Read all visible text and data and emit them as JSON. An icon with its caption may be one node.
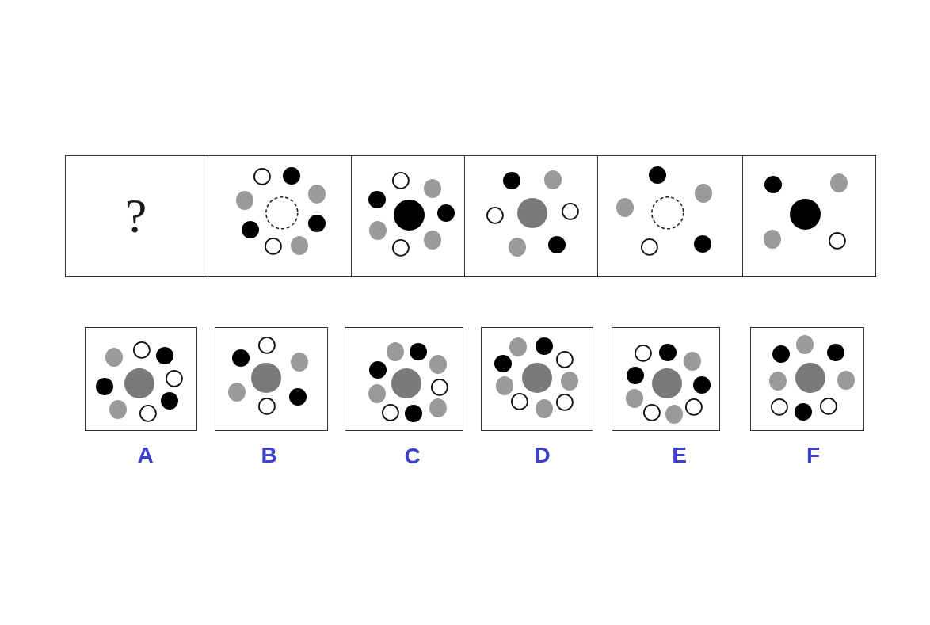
{
  "diagram": {
    "nodes": [
      {
        "text": [
          "?"
        ]
      },
      {
        "text": [],
        "shape": "box"
      },
      {
        "text": [],
        "shape": "box"
      },
      {
        "text": [],
        "shape": "box"
      },
      {
        "text": [],
        "shape": "box"
      },
      {
        "text": [],
        "shape": "box"
      },
      {
        "text": [
          "A"
        ]
      },
      {
        "text": [
          "B"
        ]
      },
      {
        "text": [
          "C"
        ]
      },
      {
        "text": [
          "D"
        ]
      },
      {
        "text": [
          "E"
        ]
      },
      {
        "text": [
          "F"
        ]
      }
    ]
  }
}
